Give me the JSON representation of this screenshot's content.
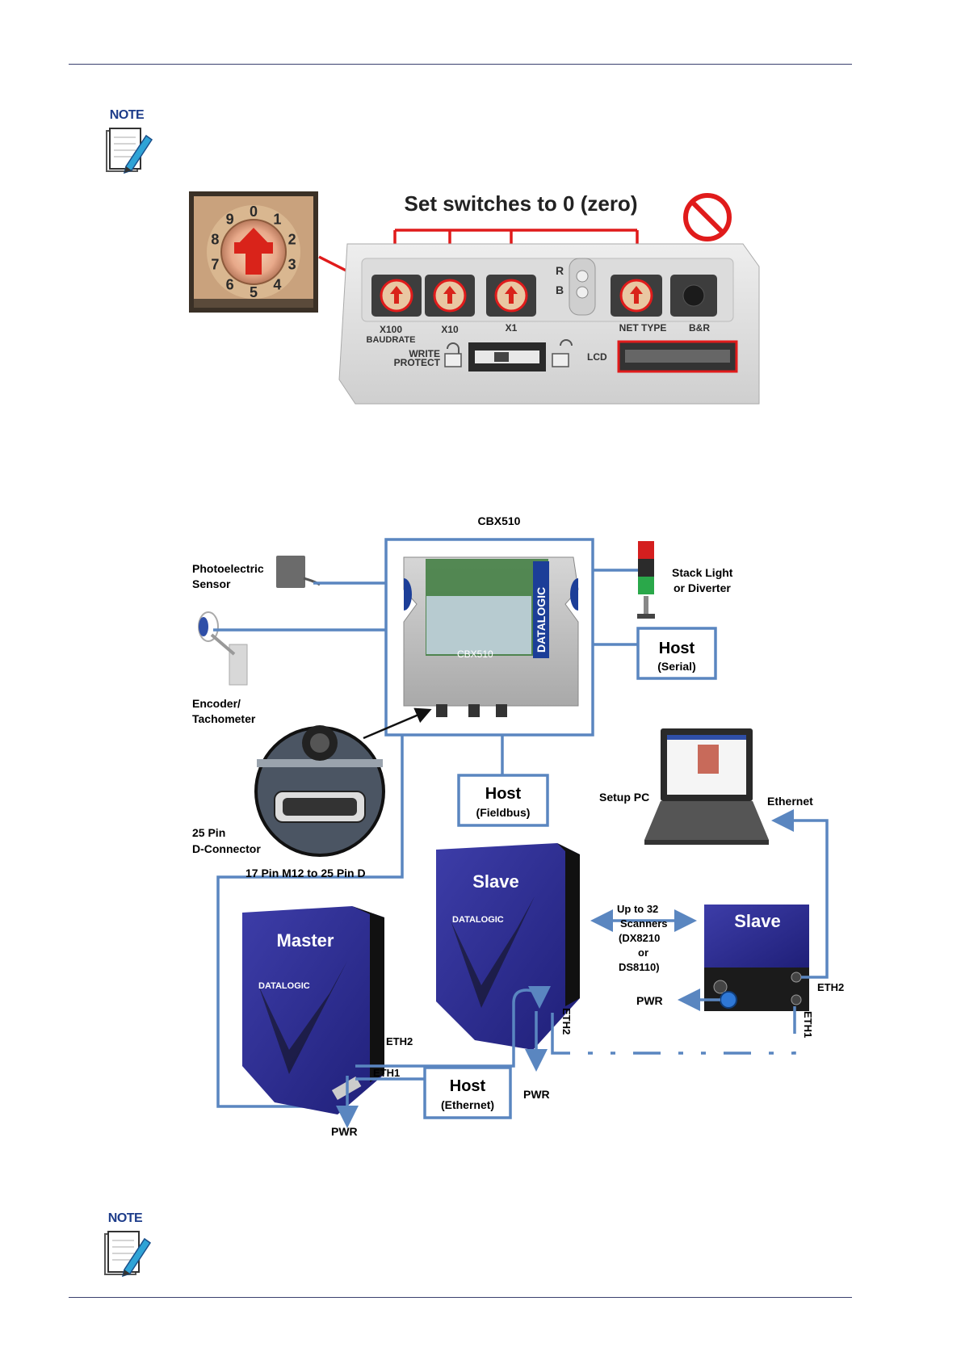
{
  "note1": {
    "label": "NOTE"
  },
  "note2": {
    "label": "NOTE"
  },
  "dial_digits": [
    "0",
    "1",
    "2",
    "3",
    "4",
    "5",
    "6",
    "7",
    "8",
    "9"
  ],
  "switch_panel": {
    "heading": "Set switches to 0 (zero)",
    "label_r": "R",
    "label_b": "B",
    "label_x100": "X100",
    "label_baudrate": "BAUDRATE",
    "label_x10": "X10",
    "label_x1": "X1",
    "label_net_type": "NET TYPE",
    "label_br": "B&R",
    "label_write": "WRITE",
    "label_protect": "PROTECT",
    "label_lcd": "LCD"
  },
  "diagram": {
    "cbx_title": "CBX510",
    "photo_sensor_1": "Photoelectric",
    "photo_sensor_2": "Sensor",
    "stack_light_1": "Stack Light",
    "stack_light_2": "or Diverter",
    "encoder_1": "Encoder/",
    "encoder_2": "Tachometer",
    "brand": "DATALOGIC",
    "cbx_model": "CBX510",
    "host_serial_title": "Host",
    "host_serial_sub": "(Serial)",
    "host_fieldbus_title": "Host",
    "host_fieldbus_sub": "(Fieldbus)",
    "setup_pc": "Setup PC",
    "ethernet": "Ethernet",
    "dconn_1": "25 Pin",
    "dconn_2": "D-Connector",
    "cable_label": "17 Pin M12 to 25 Pin D",
    "master": "Master",
    "slave_a": "Slave",
    "slave_b": "Slave",
    "brand_small": "DATALOGIC",
    "up_to_1": "Up to 32",
    "up_to_2": "Scanners",
    "up_to_3": "(DX8210",
    "up_to_4": "or",
    "up_to_5": "DS8110)",
    "pwr_master": "PWR",
    "pwr_slave_a": "PWR",
    "pwr_slave_b": "PWR",
    "eth2_master": "ETH2",
    "eth1_master": "ETH1",
    "eth2_slave_a": "ETH2",
    "eth2_slave_b": "ETH2",
    "eth1_slave_b": "ETH1",
    "host_eth_title": "Host",
    "host_eth_sub": "(Ethernet)"
  }
}
